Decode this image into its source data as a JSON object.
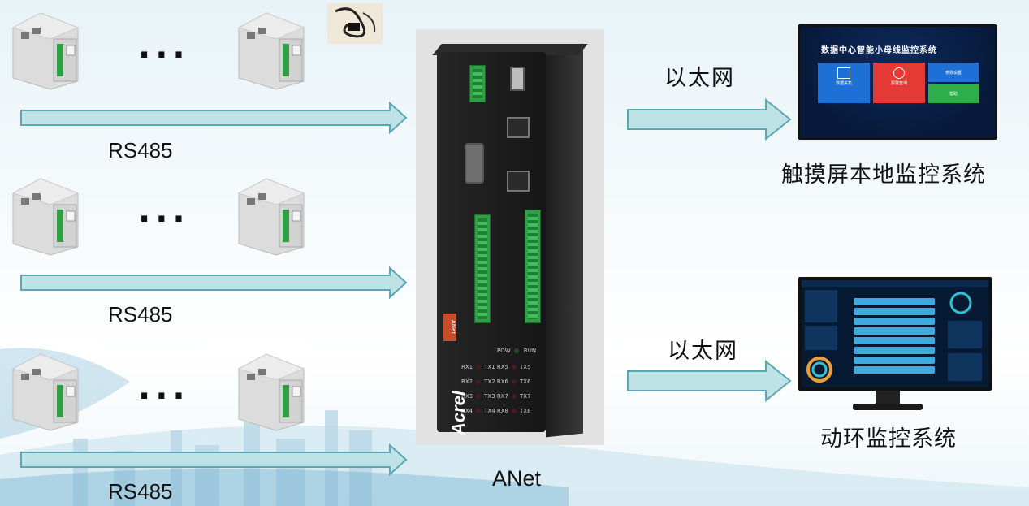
{
  "links": {
    "rs485_1": "RS485",
    "rs485_2": "RS485",
    "rs485_3": "RS485",
    "ethernet_1": "以太网",
    "ethernet_2": "以太网"
  },
  "devices": {
    "ellipsis_1": "···",
    "ellipsis_2": "···",
    "ellipsis_3": "···"
  },
  "gateway": {
    "name": "ANet",
    "brand": "Acrel",
    "badge": "ANet"
  },
  "systems": {
    "touchscreen_label": "触摸屏本地监控系统",
    "touchscreen_title": "数据中心智能小母线监控系统",
    "touchscreen_tiles": [
      "数据采集",
      "报警查询",
      "参数设置",
      "帮助"
    ],
    "env_monitor_label": "动环监控系统"
  },
  "colors": {
    "arrow_fill": "#bfe2e6",
    "arrow_stroke": "#5aa8b3",
    "terminal_green": "#2f9e44",
    "tile_blue": "#1e6fd6",
    "tile_red": "#e53935",
    "tile_green": "#2eae49"
  }
}
